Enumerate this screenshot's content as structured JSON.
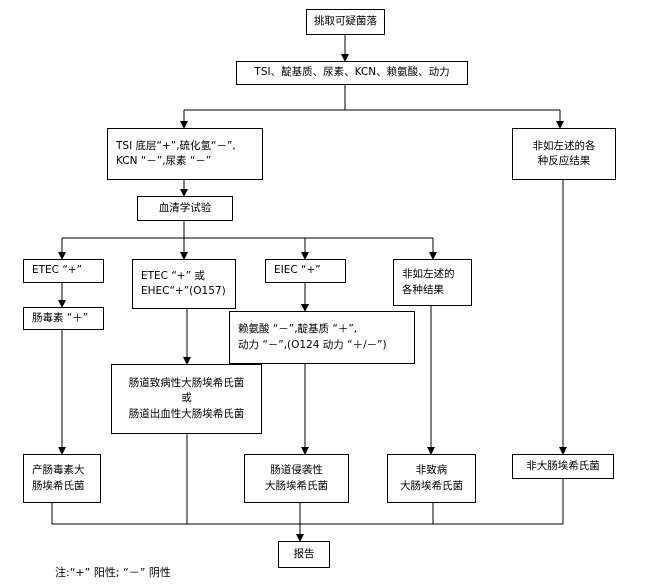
{
  "boxes": {
    "isolate": "挑取可疑菌落",
    "tests": "TSI、靛基质、尿素、KCN、赖氨酸、动力",
    "tsi_cond_1": "TSI 底层“+”,硫化氢“－”,",
    "tsi_cond_2": "KCN “－”,尿素 “－”",
    "other_left_1": "非如左述的各",
    "other_left_2": "种反应结果",
    "serology": "血清学试验",
    "etec": "ETEC “+”",
    "etec_ehec_1": "ETEC “+” 或",
    "etec_ehec_2": "EHEC“+”(O157)",
    "eiec": "EIEC “+”",
    "other_results_1": "非如左述的",
    "other_results_2": "各种结果",
    "enterotoxin": "肠毒素 “＋”",
    "eiec_cond_1": "赖氨酸 “－”,靛基质 “＋”,",
    "eiec_cond_2": "动力 “－”,(O124 动力 “＋/－”)",
    "epec_ehec_1": "肠道致病性大肠埃希氏菌",
    "epec_ehec_or": "或",
    "epec_ehec_2": "肠道出血性大肠埃希氏菌",
    "toxigenic_1": "产肠毒素大",
    "toxigenic_2": "肠埃希氏菌",
    "invasive_1": "肠道侵袭性",
    "invasive_2": "大肠埃希氏菌",
    "nonpath_1": "非致病",
    "nonpath_2": "大肠埃希氏菌",
    "non_ecoli": "非大肠埃希氏菌",
    "report": "报告"
  },
  "note": "注:“+”    阳性;  “－”  阴性"
}
